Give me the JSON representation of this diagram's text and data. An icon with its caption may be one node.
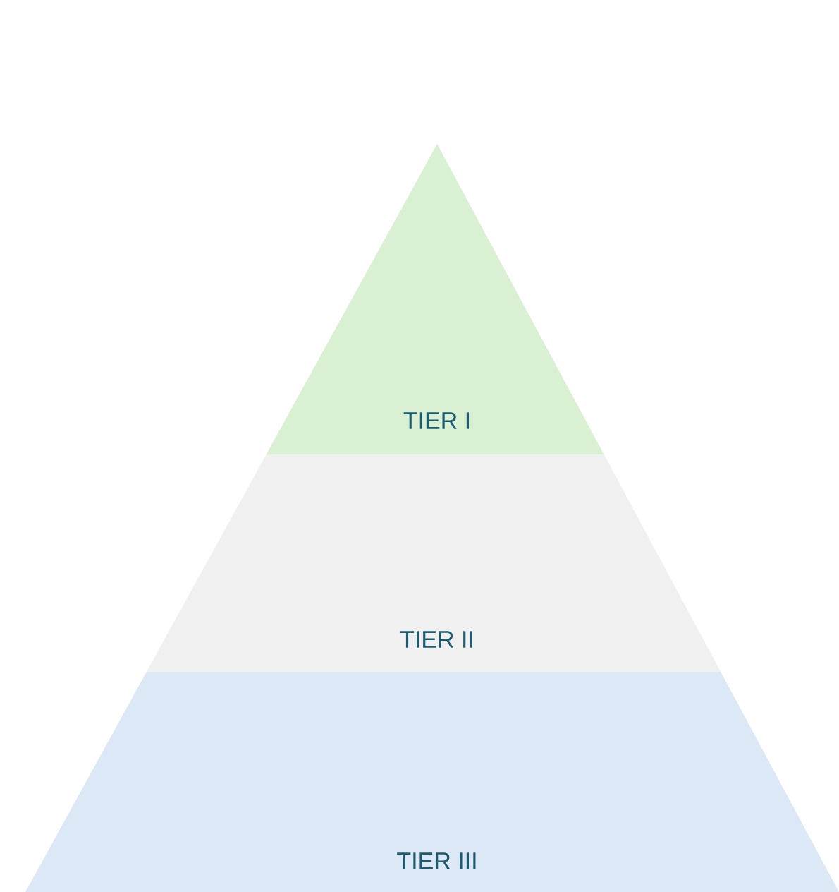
{
  "diagram": {
    "nodes": [
      {
        "text": [
          "TIER I"
        ]
      },
      {
        "text": [
          "TIER II"
        ]
      },
      {
        "text": [
          "TIER III"
        ]
      }
    ]
  }
}
